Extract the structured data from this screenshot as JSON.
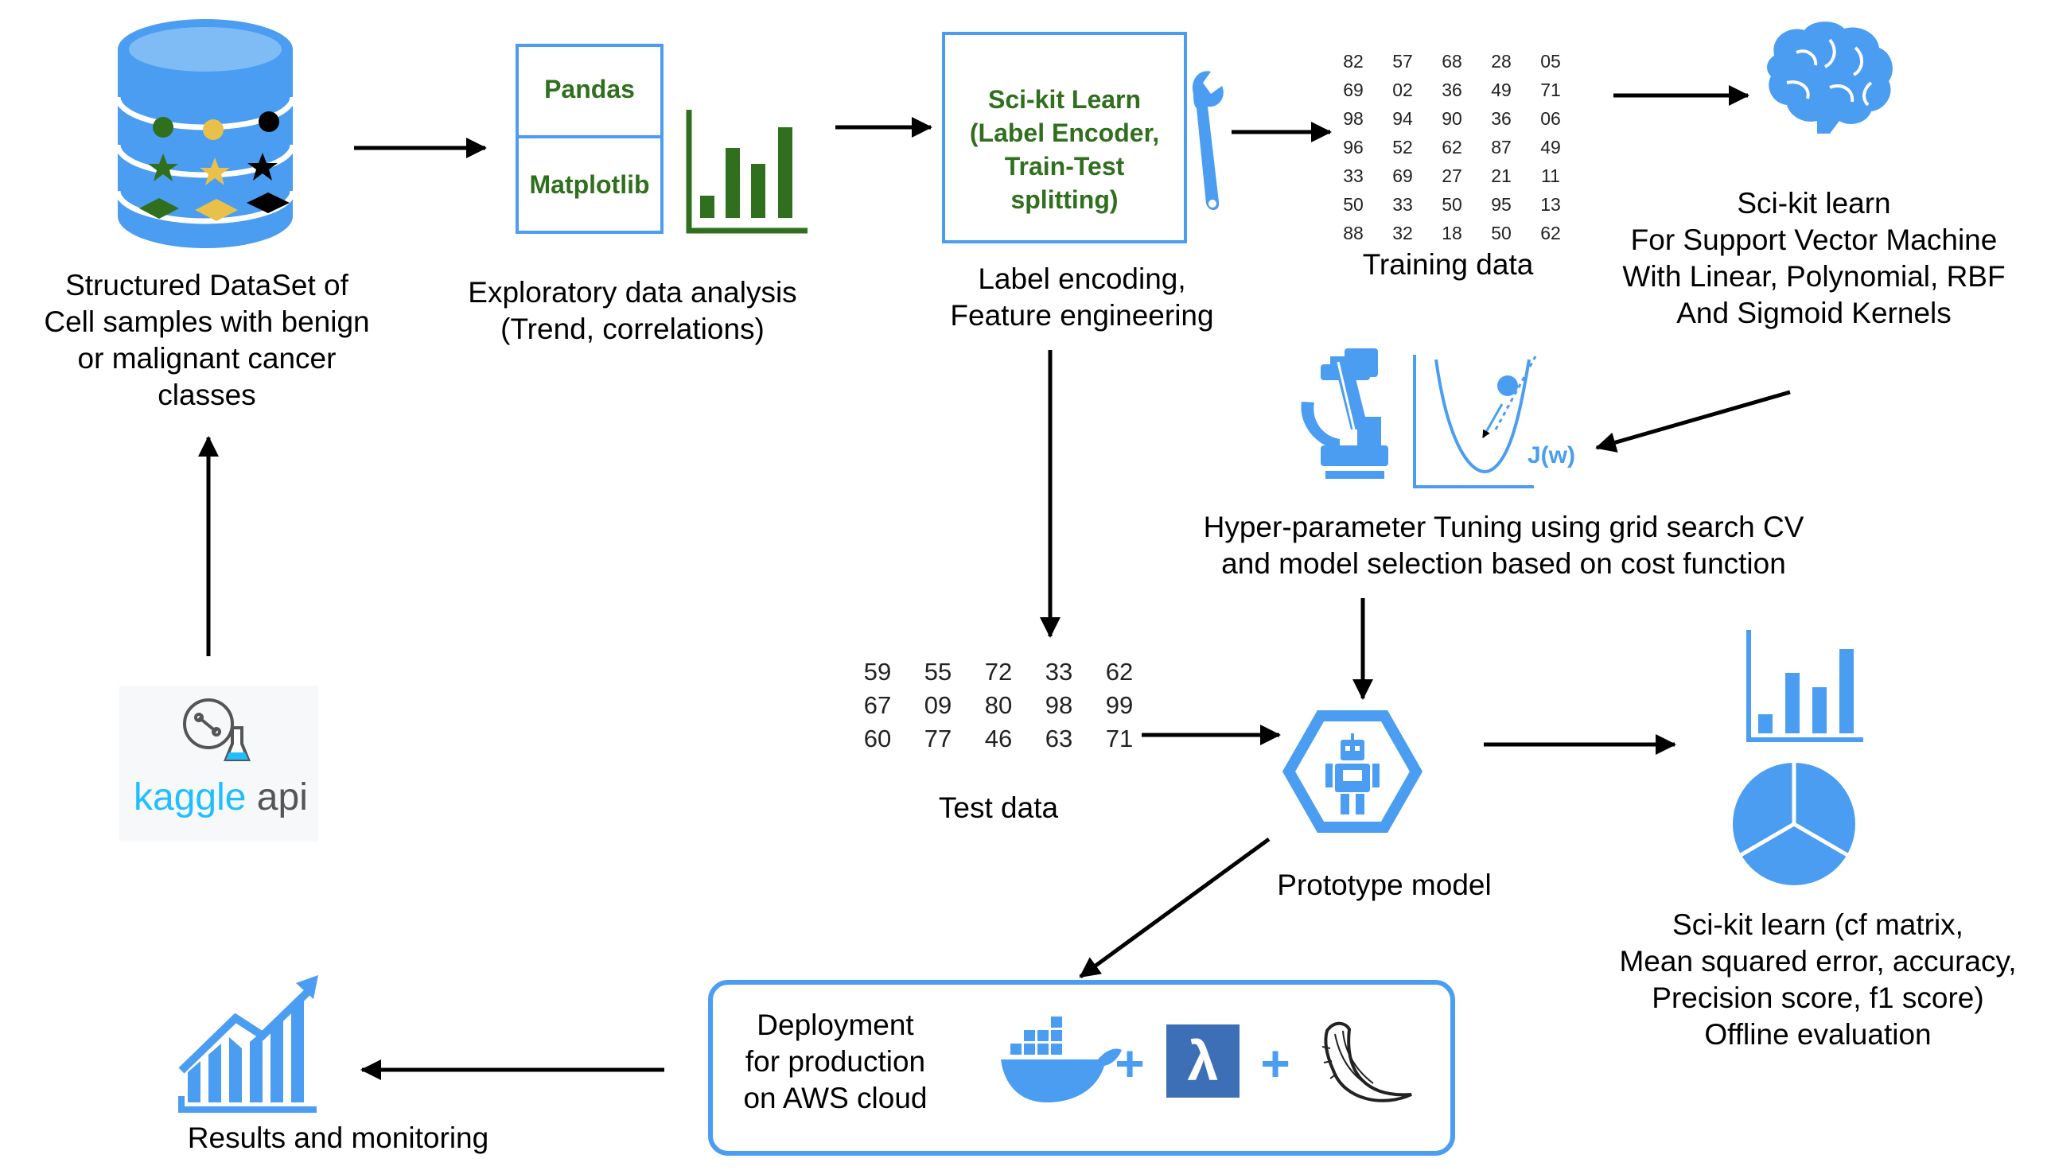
{
  "colors": {
    "blue": "#4a9df0",
    "blue_dark": "#3a8be0",
    "green": "#2f6f1e",
    "gold": "#e8c04a",
    "kaggle_blue": "#20beff",
    "kaggle_gray": "#555555",
    "lambda_bg": "#3c6fb6"
  },
  "icons": [
    "database-icon",
    "bar-chart-icon",
    "wrench-icon",
    "brain-icon",
    "microscope-icon",
    "gradient-descent-chart-icon",
    "kaggle-logo",
    "robot-hexagon-icon",
    "bar-chart-icon",
    "pie-chart-icon",
    "docker-whale-icon",
    "aws-lambda-icon",
    "flask-horn-icon",
    "growth-chart-icon"
  ],
  "nodes": {
    "dataset": {
      "lines": [
        "Structured DataSet of",
        "Cell samples with benign",
        "or malignant cancer",
        "classes"
      ]
    },
    "eda": {
      "lines": [
        "Exploratory data analysis",
        "(Trend, correlations)"
      ],
      "box_top": "Pandas",
      "box_bottom": "Matplotlib"
    },
    "feature": {
      "lines": [
        "Label encoding,",
        "Feature engineering"
      ],
      "box_lines": [
        "Sci-kit Learn",
        "(Label Encoder,",
        "Train-Test",
        "splitting)"
      ]
    },
    "training": {
      "label": "Training data",
      "numbers": [
        "82",
        "57",
        "68",
        "28",
        "05",
        "69",
        "02",
        "36",
        "49",
        "71",
        "98",
        "94",
        "90",
        "36",
        "06",
        "96",
        "52",
        "62",
        "87",
        "49",
        "33",
        "69",
        "27",
        "21",
        "11",
        "50",
        "33",
        "50",
        "95",
        "13",
        "88",
        "32",
        "18",
        "50",
        "62"
      ]
    },
    "svm": {
      "lines": [
        "Sci-kit learn",
        "For Support Vector Machine",
        "With Linear, Polynomial, RBF",
        "And Sigmoid Kernels"
      ]
    },
    "tuning": {
      "lines": [
        "Hyper-parameter Tuning using grid search CV",
        "and model selection based on cost function"
      ],
      "cost_label": "J(w)"
    },
    "test": {
      "label": "Test data",
      "numbers": [
        "59",
        "55",
        "72",
        "33",
        "62",
        "67",
        "09",
        "80",
        "98",
        "99",
        "60",
        "77",
        "46",
        "63",
        "71"
      ]
    },
    "prototype": {
      "label": "Prototype model"
    },
    "evaluation": {
      "lines": [
        "Sci-kit learn (cf matrix,",
        "Mean squared error, accuracy,",
        "Precision score, f1 score)",
        "Offline evaluation"
      ]
    },
    "deployment": {
      "lines": [
        "Deployment",
        "for production",
        "on AWS cloud"
      ],
      "plus_1": "+",
      "plus_2": "+",
      "lambda_glyph": "λ"
    },
    "results": {
      "label": "Results and monitoring"
    },
    "kaggle": {
      "word_1": "kaggle",
      "word_2": "api"
    }
  }
}
